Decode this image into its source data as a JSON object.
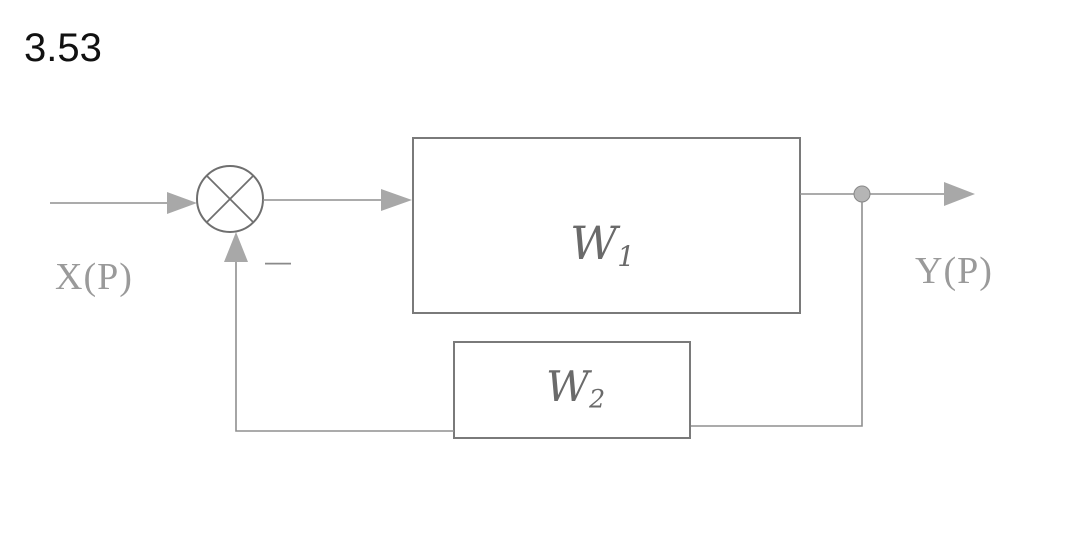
{
  "problem": {
    "number": "3.53"
  },
  "signals": {
    "input": "X(P)",
    "output": "Y(P)"
  },
  "summing_junction": {
    "feedback_sign": "—"
  },
  "blocks": {
    "w1": {
      "letter": "W",
      "subscript": "1"
    },
    "w2": {
      "letter": "W",
      "subscript": "2"
    }
  },
  "colors": {
    "line": "#8f8f8f",
    "arrow": "#a8a8a8",
    "block_border": "#7a7a7a"
  }
}
